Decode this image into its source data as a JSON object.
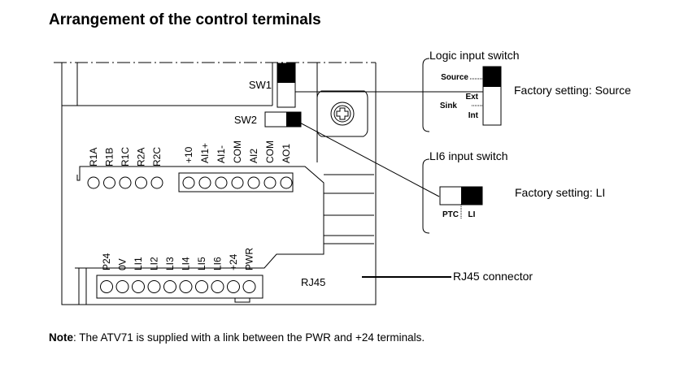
{
  "title": "Arrangement of the control terminals",
  "switches": {
    "sw1": "SW1",
    "sw2": "SW2"
  },
  "relay_terminals": [
    "R1A",
    "R1B",
    "R1C",
    "R2A",
    "R2C"
  ],
  "analog_terminals": [
    "+10",
    "AI1+",
    "AI1-",
    "COM",
    "AI2",
    "COM",
    "AO1"
  ],
  "logic_terminals": [
    "P24",
    "0V",
    "LI1",
    "LI2",
    "LI3",
    "LI4",
    "LI5",
    "LI6",
    "+24",
    "PWR"
  ],
  "rj45_label": "RJ45",
  "logic_input_switch": {
    "heading": "Logic input switch",
    "source_label": "Source",
    "sink_label": "Sink",
    "ext_label": "Ext",
    "int_label": "Int",
    "factory_setting": "Factory setting: Source"
  },
  "li6_input_switch": {
    "heading": "LI6 input switch",
    "ptc_label": "PTC",
    "li_label": "LI",
    "factory_setting": "Factory setting: LI"
  },
  "rj45_connector_label": "RJ45 connector",
  "note": {
    "bold": "Note",
    "text": ": The ATV71 is supplied with a link between the PWR and +24 terminals."
  }
}
